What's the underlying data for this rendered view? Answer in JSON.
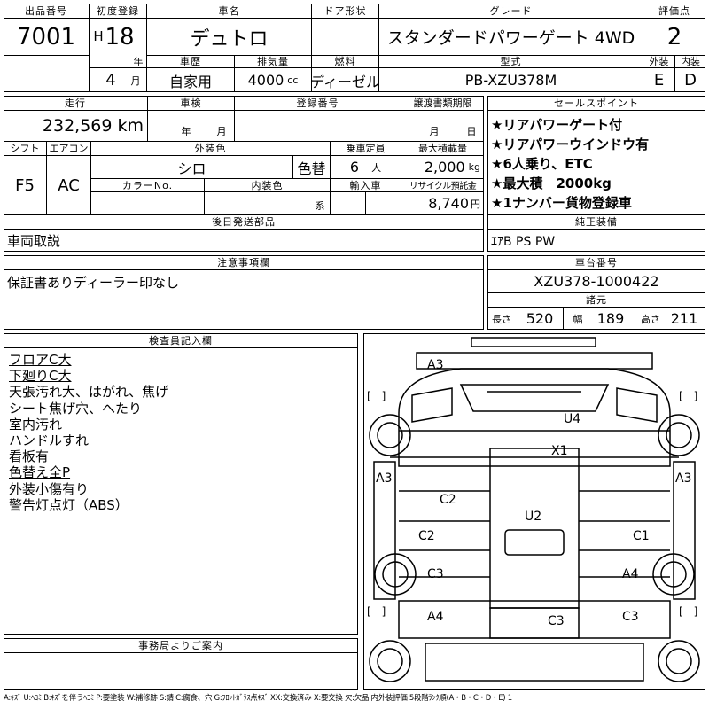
{
  "header": {
    "lot_no_label": "出品番号",
    "lot_no": "7001",
    "first_reg_label": "初度登録",
    "era": "H",
    "year": "18",
    "year_unit": "年",
    "month": "4",
    "month_unit": "月",
    "car_name_label": "車名",
    "car_name": "デュトロ",
    "door_label": "ドア形状",
    "door": "",
    "grade_label": "グレード",
    "grade": "スタンダードパワーゲート 4WD",
    "score_label": "評価点",
    "score": "2",
    "history_label": "車歴",
    "history": "自家用",
    "displacement_label": "排気量",
    "displacement": "4000",
    "displacement_unit": "cc",
    "fuel_label": "燃料",
    "fuel": "ディーゼル",
    "model_label": "型式",
    "model": "PB-XZU378M",
    "exterior_label": "外装",
    "exterior": "E",
    "interior_label": "内装",
    "interior": "D"
  },
  "row2": {
    "mileage_label": "走行",
    "mileage": "232,569",
    "mileage_unit": "km",
    "inspection_label": "車検",
    "inspection_year": "年",
    "inspection_month": "月",
    "reg_no_label": "登録番号",
    "reg_no": "",
    "transfer_label": "譲渡書類期限",
    "transfer_month": "月",
    "transfer_day": "日",
    "shift_label": "シフト",
    "shift": "F5",
    "ac_label": "エアコン",
    "ac": "AC",
    "color_label": "外装色",
    "color": "シロ",
    "repaint_label": "色替",
    "capacity_label": "乗車定員",
    "capacity": "6",
    "capacity_unit": "人",
    "load_label": "最大積載量",
    "load": "2,000",
    "load_unit": "kg",
    "color_no_label": "カラーNo.",
    "color_no": "",
    "int_color_label": "内装色",
    "int_color_unit": "系",
    "import_label": "輸入車",
    "import": "",
    "recycle_label": "リサイクル預託金",
    "recycle": "8,740",
    "recycle_unit": "円"
  },
  "sales_points": {
    "label": "セールスポイント",
    "items": [
      "★リアパワーゲート付",
      "★リアパワーウインドウ有",
      "★6人乗り、ETC",
      "★最大積　2000kg",
      "★1ナンバー貨物登録車"
    ]
  },
  "later_parts": {
    "label": "後日発送部品",
    "value": "車両取説"
  },
  "genuine_equip": {
    "label": "純正装備",
    "value": "ｴｱB PS PW"
  },
  "notes": {
    "label": "注意事項欄",
    "value": "保証書ありディーラー印なし"
  },
  "chassis": {
    "label": "車台番号",
    "value": "XZU378-1000422",
    "specs_label": "諸元",
    "length_label": "長さ",
    "length": "520",
    "width_label": "幅",
    "width": "189",
    "height_label": "高さ",
    "height": "211"
  },
  "inspector": {
    "label": "検査員記入欄",
    "lines": [
      {
        "text": "フロアC大",
        "underline": true
      },
      {
        "text": "下廻りC大",
        "underline": true
      },
      {
        "text": "天張汚れ大、はがれ、焦げ",
        "underline": false
      },
      {
        "text": "シート焦げ穴、へたり",
        "underline": false
      },
      {
        "text": "室内汚れ",
        "underline": false
      },
      {
        "text": "ハンドルすれ",
        "underline": false
      },
      {
        "text": "看板有",
        "underline": false
      },
      {
        "text": "色替え全P",
        "underline": true
      },
      {
        "text": "外装小傷有り",
        "underline": false
      },
      {
        "text": "警告灯点灯（ABS）",
        "underline": false
      }
    ]
  },
  "office": {
    "label": "事務局よりご案内",
    "value": ""
  },
  "diagram": {
    "bracket": "[　]",
    "labels": [
      "A3",
      "U4",
      "X1",
      "A3",
      "A3",
      "C2",
      "U2",
      "C2",
      "C1",
      "C3",
      "A4",
      "A4",
      "C3",
      "C3"
    ]
  },
  "legend": "A:ｷｽﾞ U:ﾍｺﾐ B:ｷｽﾞを伴うﾍｺﾐ P:要塗装 W:補修跡 S:錆 C:腐食、穴 G:ﾌﾛﾝﾄｶﾞﾗｽ点ｷｽﾞ XX:交換済み X:要交換 欠:欠品 内外装評価 5段階ﾗﾝｸ順(A・B・C・D・E) 1"
}
